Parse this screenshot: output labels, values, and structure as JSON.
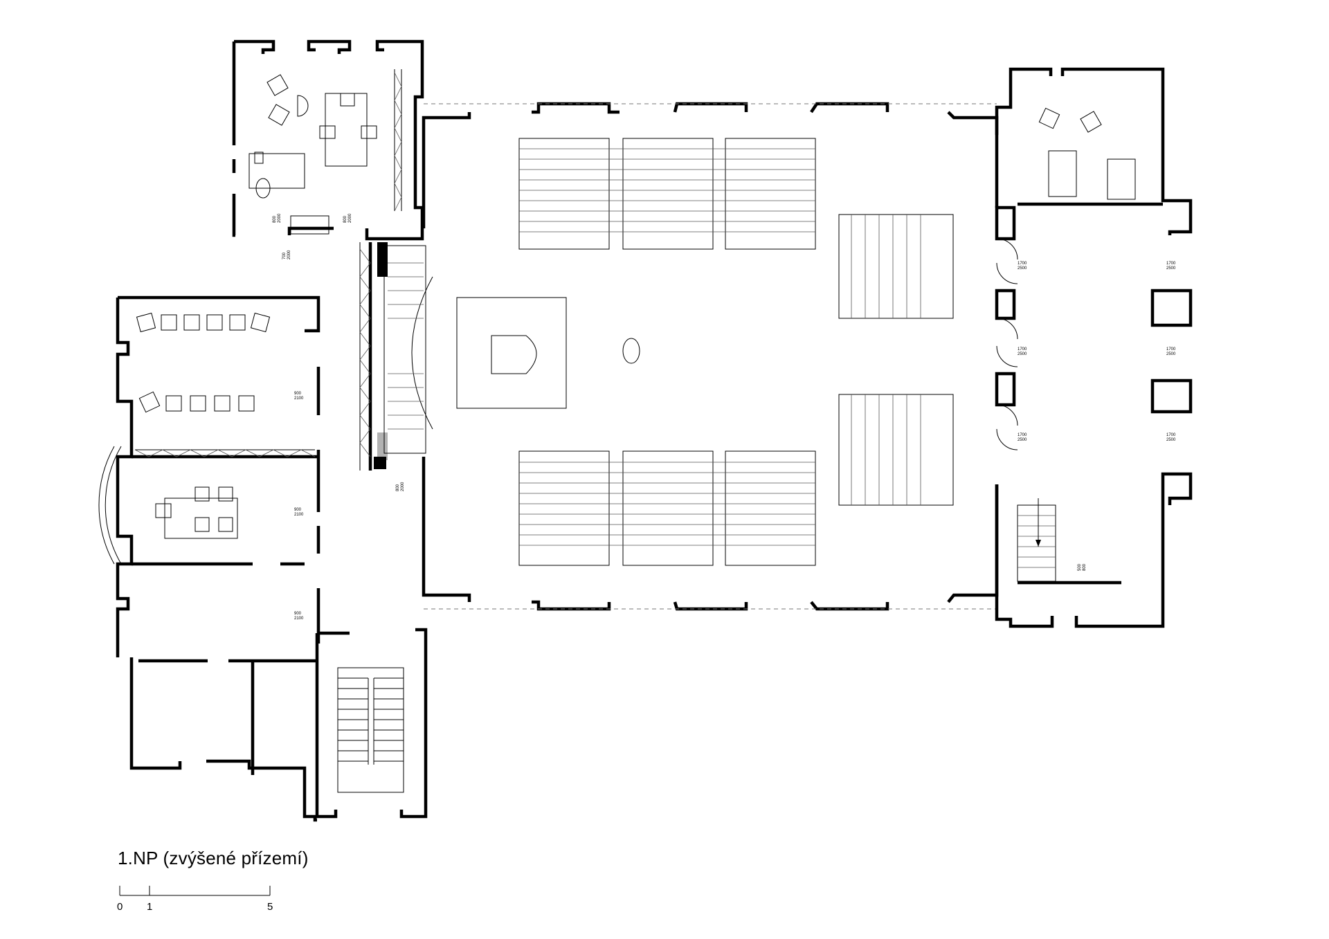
{
  "drawing": {
    "title": "1.NP (zvýšené přízemí)",
    "scale_bar": {
      "labels": [
        "0",
        "1",
        "5"
      ]
    },
    "door_labels": [
      "800",
      "2000",
      "700",
      "900",
      "2100",
      "1700",
      "2500",
      "500"
    ]
  }
}
